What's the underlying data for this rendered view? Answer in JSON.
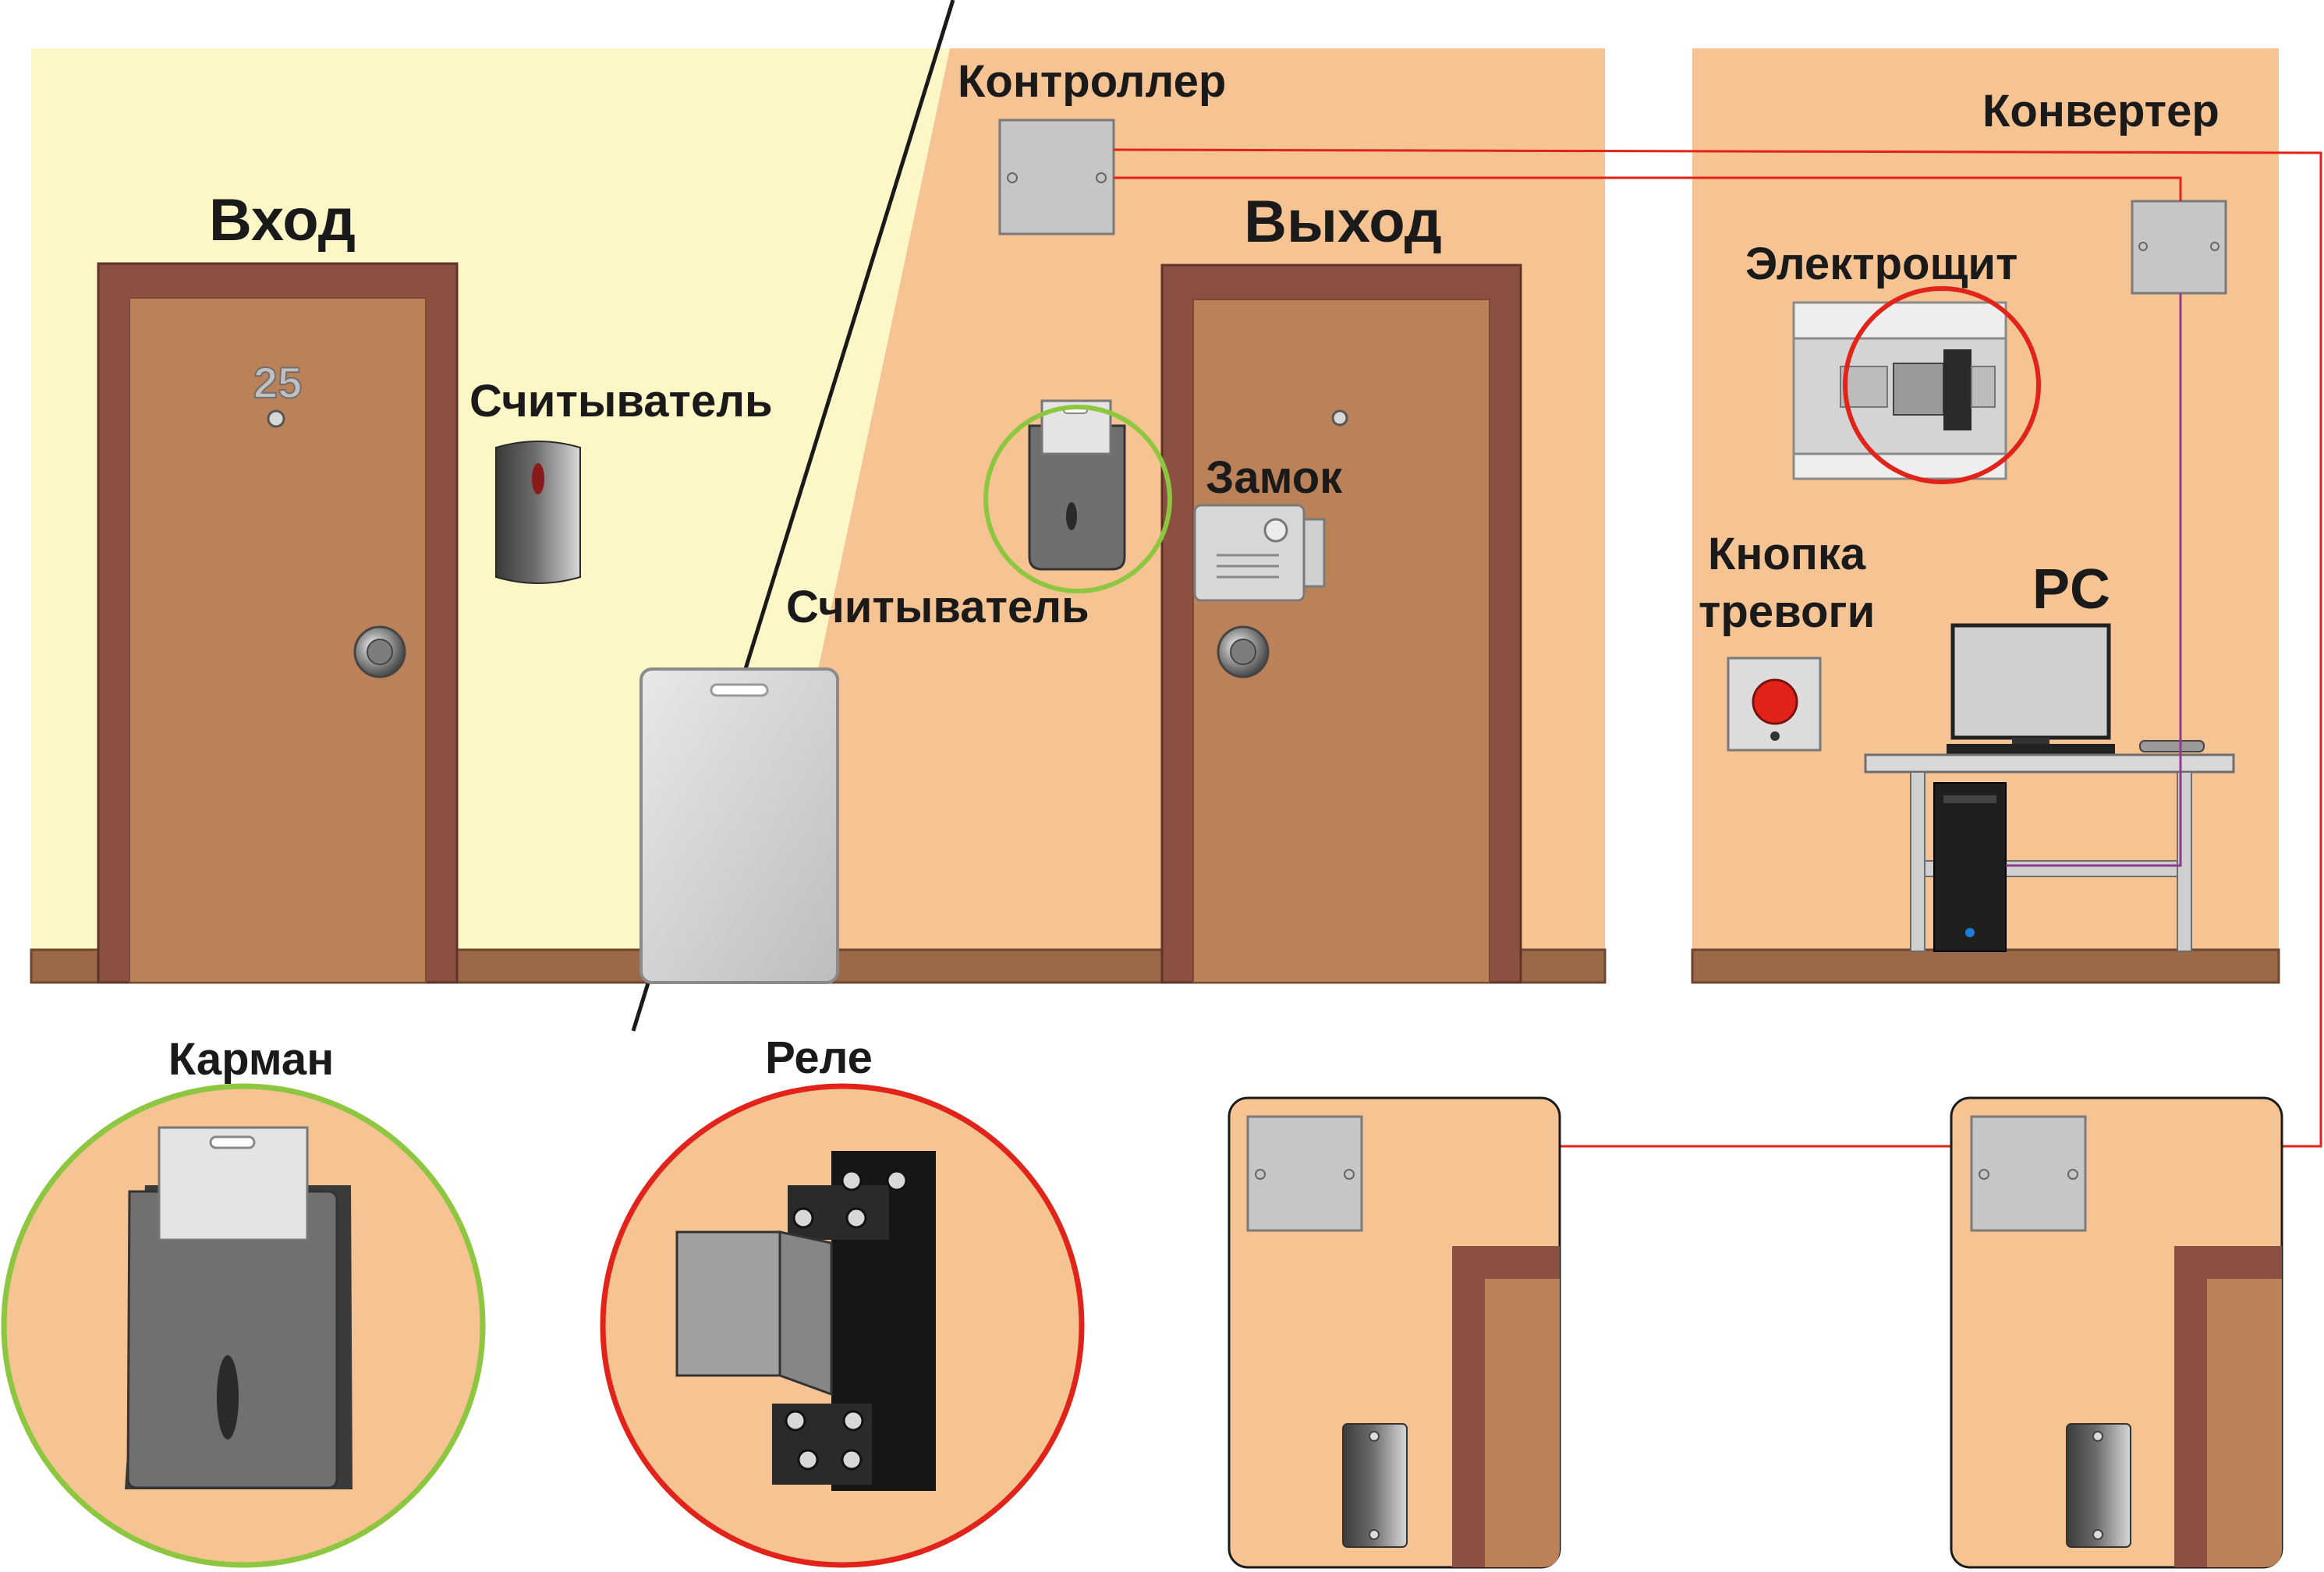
{
  "labels": {
    "entrance": "Вход",
    "exit": "Выход",
    "controller": "Контроллер",
    "converter": "Конвертер",
    "reader_entrance": "Считыватель",
    "reader_exit": "Считыватель",
    "lock": "Замок",
    "electrical_panel": "Электрощит",
    "alarm_button_line1": "Кнопка",
    "alarm_button_line2": "тревоги",
    "pc": "PC",
    "pocket": "Карман",
    "relay": "Реле"
  },
  "door_number": "25",
  "colors": {
    "entrance_wall": "#fdf7c8",
    "room_wall": "#f6c393",
    "door_frame": "#8b5042",
    "door_leaf": "#bb825a",
    "floor": "#9b6848",
    "wire_red": "#e2231a",
    "wire_purple": "#8e3a8e",
    "highlight_green": "#8dc63f",
    "highlight_red": "#e2231a",
    "device_gray": "#c8c8c8",
    "reader_dark": "#6b6b6b"
  }
}
